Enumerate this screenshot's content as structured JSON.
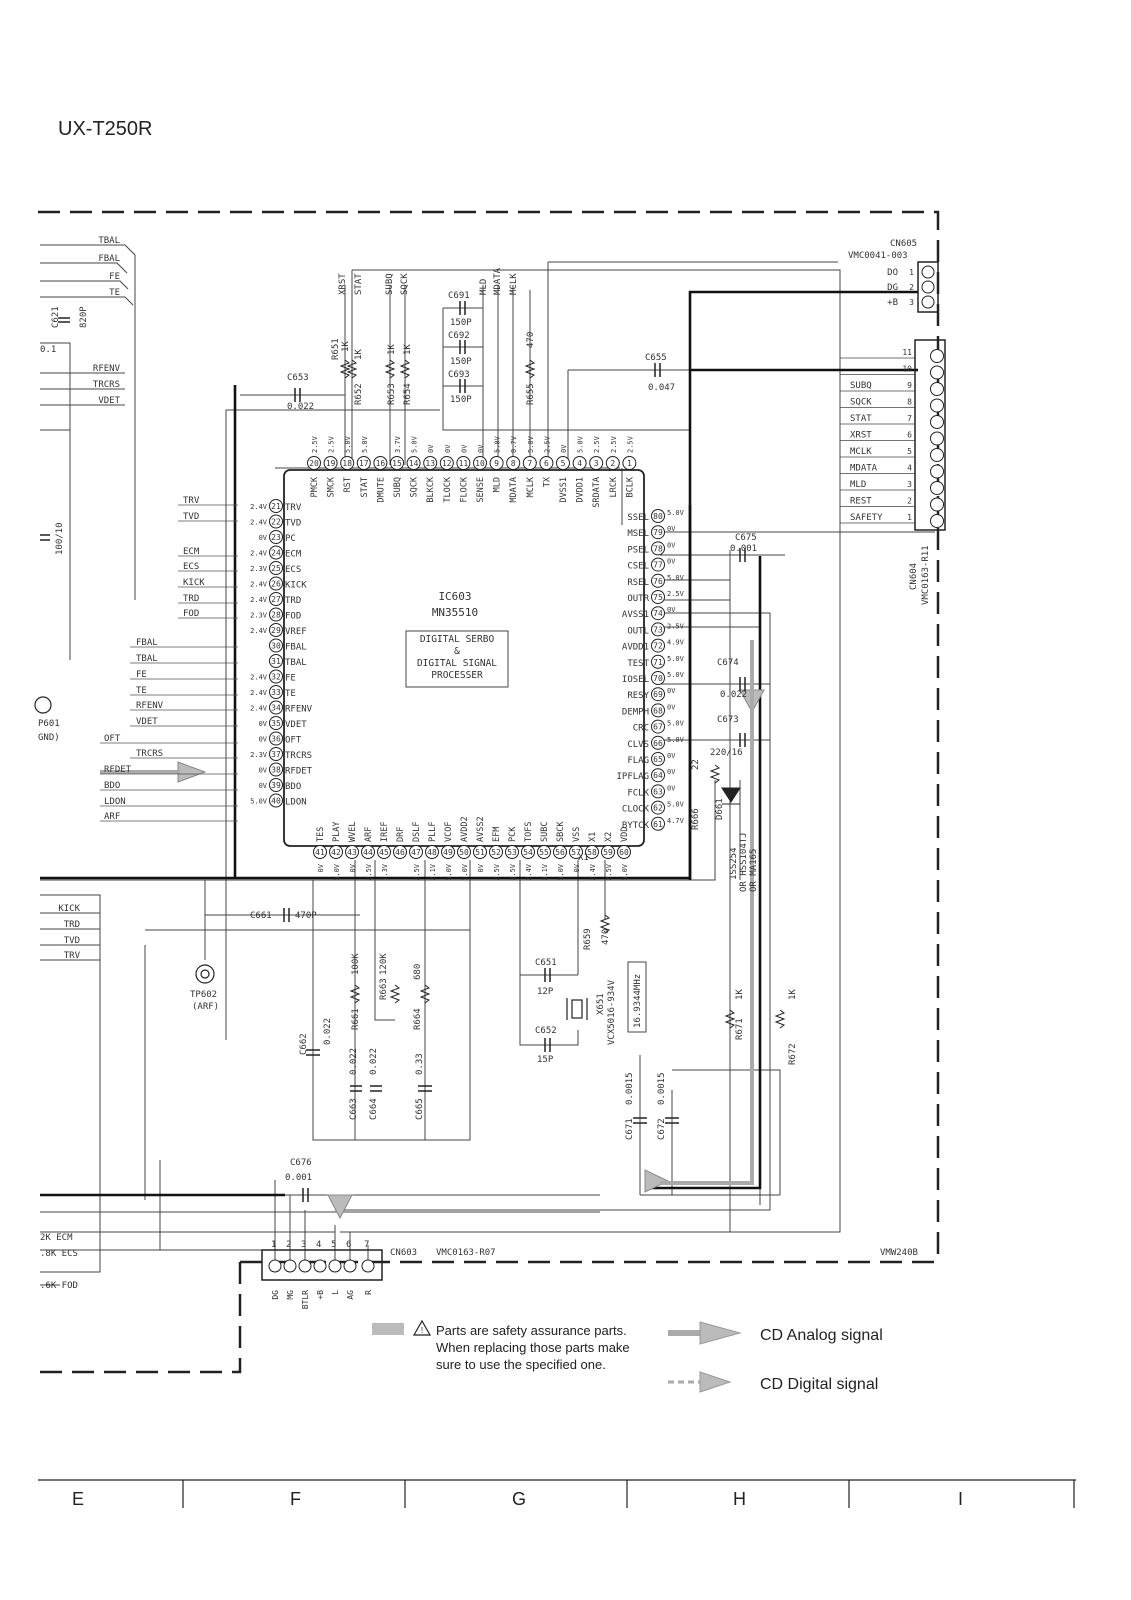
{
  "header": {
    "model": "UX-T250R"
  },
  "ic": {
    "ref": "IC603",
    "part": "MN35510",
    "desc": [
      "DIGITAL SERBO",
      "&",
      "DIGITAL SIGNAL",
      "PROCESSER"
    ],
    "pins_top": [
      {
        "n": "20",
        "name": "PMCK",
        "v": "2.5V"
      },
      {
        "n": "19",
        "name": "SMCK",
        "v": "2.5V"
      },
      {
        "n": "18",
        "name": "RST",
        "v": "5.0V"
      },
      {
        "n": "17",
        "name": "STAT",
        "v": "5.0V"
      },
      {
        "n": "16",
        "name": "DMUTE",
        "v": ""
      },
      {
        "n": "15",
        "name": "SUBQ",
        "v": "3.7V"
      },
      {
        "n": "14",
        "name": "SQCK",
        "v": "5.0V"
      },
      {
        "n": "13",
        "name": "BLKCK",
        "v": "0V"
      },
      {
        "n": "12",
        "name": "TLOCK",
        "v": "0V"
      },
      {
        "n": "11",
        "name": "FLOCK",
        "v": "0V"
      },
      {
        "n": "10",
        "name": "SENSE",
        "v": "0V"
      },
      {
        "n": "9",
        "name": "MLD",
        "v": "5.0V"
      },
      {
        "n": "8",
        "name": "MDATA",
        "v": "0.7V"
      },
      {
        "n": "7",
        "name": "MCLK",
        "v": "5.0V"
      },
      {
        "n": "6",
        "name": "TX",
        "v": "2.5V"
      },
      {
        "n": "5",
        "name": "DVSS1",
        "v": "0V"
      },
      {
        "n": "4",
        "name": "DVDD1",
        "v": "5.0V"
      },
      {
        "n": "3",
        "name": "SRDATA",
        "v": "2.5V"
      },
      {
        "n": "2",
        "name": "LRCK",
        "v": "2.5V"
      },
      {
        "n": "1",
        "name": "BCLK",
        "v": "2.5V"
      }
    ],
    "pins_left": [
      {
        "n": "21",
        "name": "TRV",
        "v": "2.4V"
      },
      {
        "n": "22",
        "name": "TVD",
        "v": "2.4V"
      },
      {
        "n": "23",
        "name": "PC",
        "v": "0V"
      },
      {
        "n": "24",
        "name": "ECM",
        "v": "2.4V"
      },
      {
        "n": "25",
        "name": "ECS",
        "v": "2.3V"
      },
      {
        "n": "26",
        "name": "KICK",
        "v": "2.4V"
      },
      {
        "n": "27",
        "name": "TRD",
        "v": "2.4V"
      },
      {
        "n": "28",
        "name": "FOD",
        "v": "2.3V"
      },
      {
        "n": "29",
        "name": "VREF",
        "v": "2.4V"
      },
      {
        "n": "30",
        "name": "FBAL",
        "v": ""
      },
      {
        "n": "31",
        "name": "TBAL",
        "v": ""
      },
      {
        "n": "32",
        "name": "FE",
        "v": "2.4V"
      },
      {
        "n": "33",
        "name": "TE",
        "v": "2.4V"
      },
      {
        "n": "34",
        "name": "RFENV",
        "v": "2.4V"
      },
      {
        "n": "35",
        "name": "VDET",
        "v": "0V"
      },
      {
        "n": "36",
        "name": "OFT",
        "v": "0V"
      },
      {
        "n": "37",
        "name": "TRCRS",
        "v": "2.3V"
      },
      {
        "n": "38",
        "name": "RFDET",
        "v": "0V"
      },
      {
        "n": "39",
        "name": "BDO",
        "v": "0V"
      },
      {
        "n": "40",
        "name": "LDON",
        "v": "5.0V"
      }
    ],
    "pins_bottom": [
      {
        "n": "41",
        "name": "TES",
        "v": "0V"
      },
      {
        "n": "42",
        "name": "PLAY",
        "v": "5.0V"
      },
      {
        "n": "43",
        "name": "WVEL",
        "v": "0V"
      },
      {
        "n": "44",
        "name": "ARF",
        "v": "2.5V"
      },
      {
        "n": "45",
        "name": "IREF",
        "v": "1.3V"
      },
      {
        "n": "46",
        "name": "DRF",
        "v": ""
      },
      {
        "n": "47",
        "name": "DSLF",
        "v": "2.5V"
      },
      {
        "n": "48",
        "name": "PLLF",
        "v": "2.1V"
      },
      {
        "n": "49",
        "name": "VCOF",
        "v": "5.0V"
      },
      {
        "n": "50",
        "name": "AVDD2",
        "v": "5.0V"
      },
      {
        "n": "51",
        "name": "AVSS2",
        "v": "0V"
      },
      {
        "n": "52",
        "name": "EFM",
        "v": "2.5V"
      },
      {
        "n": "53",
        "name": "PCK",
        "v": "2.5V"
      },
      {
        "n": "54",
        "name": "TOFS",
        "v": "2.4V"
      },
      {
        "n": "55",
        "name": "SUBC",
        "v": "0.1V"
      },
      {
        "n": "56",
        "name": "SBCK",
        "v": "5.0V"
      },
      {
        "n": "57",
        "name": "VSS",
        "v": "0V"
      },
      {
        "n": "58",
        "name": "X1",
        "v": "2.4V"
      },
      {
        "n": "59",
        "name": "X2",
        "v": "2.5V"
      },
      {
        "n": "60",
        "name": "VDD",
        "v": "5.0V"
      }
    ],
    "pins_right": [
      {
        "n": "80",
        "name": "SSEL",
        "v": "5.0V"
      },
      {
        "n": "79",
        "name": "MSEL",
        "v": "0V"
      },
      {
        "n": "78",
        "name": "PSEL",
        "v": "0V"
      },
      {
        "n": "77",
        "name": "CSEL",
        "v": "0V"
      },
      {
        "n": "76",
        "name": "RSEL",
        "v": "5.0V"
      },
      {
        "n": "75",
        "name": "OUTR",
        "v": "2.5V"
      },
      {
        "n": "74",
        "name": "AVSS1",
        "v": "0V"
      },
      {
        "n": "73",
        "name": "OUTL",
        "v": "2.5V"
      },
      {
        "n": "72",
        "name": "AVDD1",
        "v": "4.9V"
      },
      {
        "n": "71",
        "name": "TEST",
        "v": "5.0V"
      },
      {
        "n": "70",
        "name": "IOSEL",
        "v": "5.0V"
      },
      {
        "n": "69",
        "name": "RESY",
        "v": "0V"
      },
      {
        "n": "68",
        "name": "DEMPH",
        "v": "0V"
      },
      {
        "n": "67",
        "name": "CRC",
        "v": "5.0V"
      },
      {
        "n": "66",
        "name": "CLVS",
        "v": "5.0V"
      },
      {
        "n": "65",
        "name": "FLAG",
        "v": "0V"
      },
      {
        "n": "64",
        "name": "IPFLAG",
        "v": "0V"
      },
      {
        "n": "63",
        "name": "FCLK",
        "v": "0V"
      },
      {
        "n": "62",
        "name": "CLOCK",
        "v": "5.0V"
      },
      {
        "n": "61",
        "name": "BYTCK",
        "v": "4.7V"
      }
    ]
  },
  "left_signals_top": [
    "TBAL",
    "FBAL",
    "FE",
    "TE",
    "RFENV",
    "TRCRS",
    "VDET"
  ],
  "left_box_signals": [
    "TRV",
    "TVD",
    "ECM",
    "ECS",
    "KICK",
    "TRD",
    "FOD"
  ],
  "left_box2_signals": [
    "FBAL",
    "TBAL",
    "FE",
    "TE",
    "RFENV",
    "VDET",
    "OFT",
    "TRCRS",
    "RFDET",
    "BDO",
    "LDON",
    "ARF"
  ],
  "left_bottom_signals": [
    "KICK",
    "TRD",
    "TVD",
    "TRV"
  ],
  "left_edge_labels": [
    "0.1",
    "100/10",
    "P601",
    "GND)",
    "2K ECM",
    ".8K ECS",
    ".6K FOD"
  ],
  "top_wire_labels": [
    "XRST",
    "STAT",
    "SUBQ",
    "SQCK",
    "MLD",
    "MDATA",
    "MCLK"
  ],
  "components": {
    "c621": {
      "ref": "C621",
      "val": "820P"
    },
    "c653": {
      "ref": "C653",
      "val": "0.022"
    },
    "r651": {
      "ref": "R651",
      "val": "1K"
    },
    "r652": {
      "ref": "R652",
      "val": "1K"
    },
    "r653": {
      "ref": "R653",
      "val": "1K"
    },
    "r654": {
      "ref": "R654",
      "val": "1K"
    },
    "c691": {
      "ref": "C691",
      "val": "150P"
    },
    "c692": {
      "ref": "C692",
      "val": "150P"
    },
    "c693": {
      "ref": "C693",
      "val": "150P"
    },
    "r655": {
      "ref": "R655",
      "val": "470"
    },
    "c655": {
      "ref": "C655",
      "val": "0.047"
    },
    "c675": {
      "ref": "C675",
      "val": "0.001"
    },
    "c674": {
      "ref": "C674",
      "val": "0.022"
    },
    "c673": {
      "ref": "C673",
      "val": "220/16"
    },
    "r666": {
      "ref": "R666",
      "val": "22"
    },
    "d661": {
      "ref": "D661",
      "val": "1SS254",
      "alt1": "OR HSS104TJ",
      "alt2": "OR MA165"
    },
    "c661": {
      "ref": "C661",
      "val": "470P"
    },
    "tp602": {
      "ref": "TP602",
      "val": "(ARF)"
    },
    "c662": {
      "ref": "C662",
      "val": "0.022"
    },
    "r661": {
      "ref": "R661",
      "val": "100K"
    },
    "r663": {
      "ref": "R663",
      "val": "120K"
    },
    "r664": {
      "ref": "R664",
      "val": "680"
    },
    "c663": {
      "ref": "C663",
      "val": "0.022"
    },
    "c664": {
      "ref": "C664",
      "val": "0.022"
    },
    "c665": {
      "ref": "C665",
      "val": "0.33"
    },
    "r659": {
      "ref": "R659",
      "val": "470"
    },
    "c651": {
      "ref": "C651",
      "val": "12P"
    },
    "c652": {
      "ref": "C652",
      "val": "15P"
    },
    "x651": {
      "ref": "X651",
      "val": "VCX5016-934V",
      "freq": "16.9344MHz",
      "pin": "X1"
    },
    "r671": {
      "ref": "R671",
      "val": "1K"
    },
    "r672": {
      "ref": "R672",
      "val": "1K"
    },
    "c671": {
      "ref": "C671",
      "val": "0.0015"
    },
    "c672": {
      "ref": "C672",
      "val": "0.0015"
    },
    "c676": {
      "ref": "C676",
      "val": "0.001"
    }
  },
  "connectors": {
    "cn605": {
      "ref": "CN605",
      "part": "VMC0041-003",
      "pins": [
        {
          "n": "1",
          "name": "DO"
        },
        {
          "n": "2",
          "name": "DG"
        },
        {
          "n": "3",
          "name": "+B"
        }
      ]
    },
    "cn604": {
      "ref": "CN604",
      "part": "VMC0163-R11",
      "pins": [
        {
          "n": "11",
          "name": ""
        },
        {
          "n": "10",
          "name": ""
        },
        {
          "n": "9",
          "name": "SUBQ"
        },
        {
          "n": "8",
          "name": "SQCK"
        },
        {
          "n": "7",
          "name": "STAT"
        },
        {
          "n": "6",
          "name": "XRST"
        },
        {
          "n": "5",
          "name": "MCLK"
        },
        {
          "n": "4",
          "name": "MDATA"
        },
        {
          "n": "3",
          "name": "MLD"
        },
        {
          "n": "2",
          "name": "REST"
        },
        {
          "n": "1",
          "name": "SAFETY"
        }
      ]
    },
    "cn603": {
      "ref": "CN603",
      "part": "VMC0163-R07",
      "pins": [
        {
          "n": "1",
          "name": "DG"
        },
        {
          "n": "2",
          "name": "MG"
        },
        {
          "n": "3",
          "name": "BTLR"
        },
        {
          "n": "4",
          "name": "+B"
        },
        {
          "n": "5",
          "name": "L"
        },
        {
          "n": "6",
          "name": "AG"
        },
        {
          "n": "7",
          "name": "R"
        }
      ]
    }
  },
  "board_code": "VMW240B",
  "legend": {
    "safety_line1": "Parts are safety assurance parts.",
    "safety_line2": "When replacing those parts make",
    "safety_line3": "sure to use the specified one.",
    "analog": "CD Analog signal",
    "digital": "CD Digital signal"
  },
  "grid_columns": [
    "E",
    "F",
    "G",
    "H",
    "I"
  ]
}
